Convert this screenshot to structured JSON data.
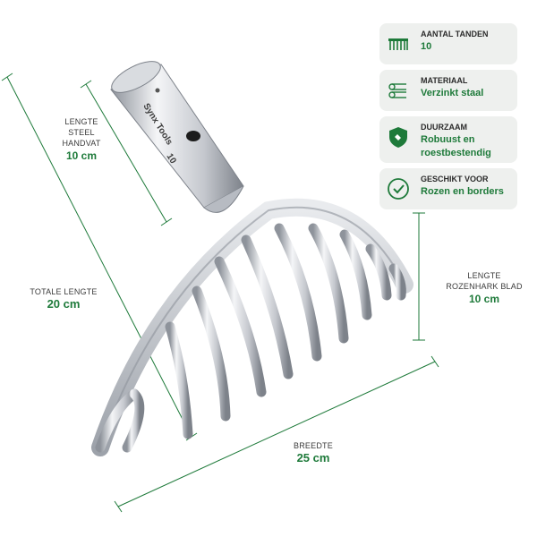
{
  "brand_text": "Synx Tools",
  "handle_number": "10",
  "labels": {
    "handle_length": {
      "title_line1": "Lengte",
      "title_line2": "Steel",
      "title_line3": "Handvat",
      "value": "10 cm"
    },
    "total_length": {
      "title": "Totale lengte",
      "value": "20 cm"
    },
    "width": {
      "title": "Breedte",
      "value": "25 cm"
    },
    "blade_length": {
      "title_line1": "Lengte",
      "title_line2": "Rozenhark blad",
      "value": "10 cm"
    }
  },
  "specs": [
    {
      "title": "Aantal tanden",
      "value": "10",
      "icon": "rake-teeth-icon"
    },
    {
      "title": "Materiaal",
      "value": "Verzinkt staal",
      "icon": "steel-bars-icon"
    },
    {
      "title": "Duurzaam",
      "value_line1": "Robuust en",
      "value_line2": "roestbestendig",
      "icon": "shield-icon"
    },
    {
      "title": "Geschikt voor",
      "value": "Rozen en borders",
      "icon": "check-circle-icon"
    }
  ],
  "colors": {
    "accent_green": "#1e7a3a",
    "card_bg": "#eef0ee",
    "steel": "#c9ccd1"
  }
}
